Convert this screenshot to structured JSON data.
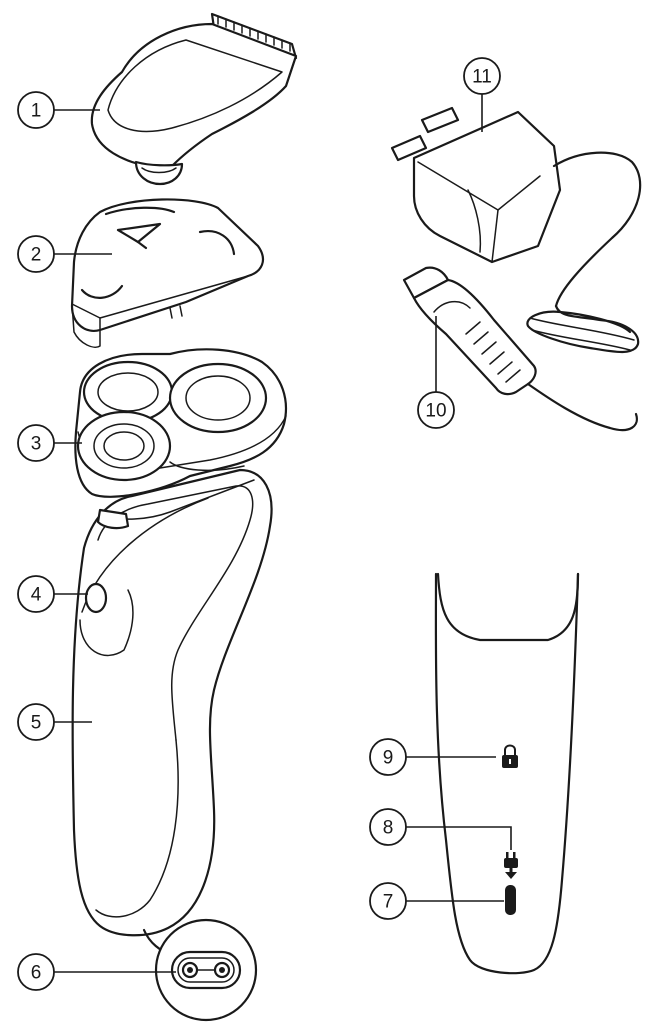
{
  "callouts": [
    {
      "id": "1",
      "label": "1"
    },
    {
      "id": "2",
      "label": "2"
    },
    {
      "id": "3",
      "label": "3"
    },
    {
      "id": "4",
      "label": "4"
    },
    {
      "id": "5",
      "label": "5"
    },
    {
      "id": "6",
      "label": "6"
    },
    {
      "id": "7",
      "label": "7"
    },
    {
      "id": "8",
      "label": "8"
    },
    {
      "id": "9",
      "label": "9"
    },
    {
      "id": "10",
      "label": "10"
    },
    {
      "id": "11",
      "label": "11"
    }
  ],
  "icons": {
    "lock": "lock-icon",
    "plug": "plug-icon",
    "indicator": "charge-indicator-icon",
    "socket": "socket-icon"
  }
}
